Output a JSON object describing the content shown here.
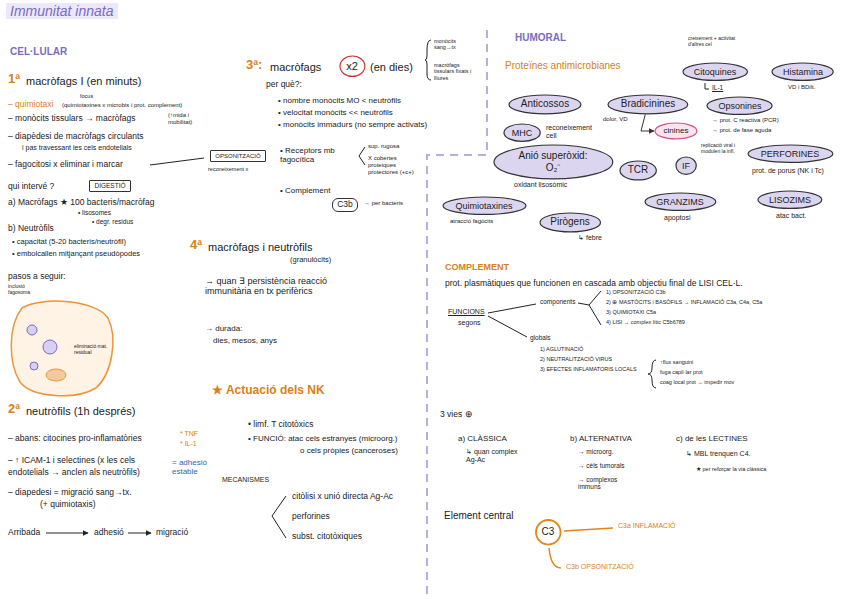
{
  "diagram": {
    "title": "Immunitat innata",
    "nodes": [
      {
        "text": [
          "OPSONITZACIÓ"
        ]
      },
      {
        "text": [
          "DIGESTIÓ"
        ]
      },
      {
        "text": [
          "x2"
        ]
      },
      {
        "text": [
          "C3b"
        ]
      },
      {
        "text": [
          "Citoquines"
        ]
      },
      {
        "text": [
          "Histamina"
        ]
      },
      {
        "text": [
          "Anticossos"
        ]
      },
      {
        "text": [
          "Bradicinines"
        ]
      },
      {
        "text": [
          "Opsonines"
        ]
      },
      {
        "text": [
          "cinines"
        ]
      },
      {
        "text": [
          "MHC"
        ]
      },
      {
        "text": [
          "Anió superòxid: O₂⁻"
        ]
      },
      {
        "text": [
          "TCR"
        ]
      },
      {
        "text": [
          "IF"
        ]
      },
      {
        "text": [
          "PERFORINES"
        ]
      },
      {
        "text": [
          "Quimiotaxines"
        ]
      },
      {
        "text": [
          "Pirògens"
        ]
      },
      {
        "text": [
          "GRANZIMS"
        ]
      },
      {
        "text": [
          "LISOZIMS"
        ]
      },
      {
        "text": [
          "C3"
        ]
      }
    ],
    "edges": [
      {
        "from": 7,
        "to": 9,
        "arrow": "to"
      }
    ],
    "labels": [
      "CEL·LULAR",
      "HUMORAL",
      "1ª",
      "macròfags I (en minuts)",
      "focus",
      "– quimiotaxi",
      "(quimiotaxines x microbis i prot. complement)",
      "– monòcits tissulars → macròfags",
      "(↑mida i mobilitat)",
      "– diapèdesi de macròfags circulants",
      "i pas travessant les cels endotelials",
      "– fagocitosi x eliminar i marcar",
      "reconeixement x",
      "qui intervé ?",
      "a) Macròfags ★ 100 bacteris/macròfag",
      "• lisosomes",
      "• degr. residus",
      "b) Neutròfils",
      "• capacitat (5-20 bacteris/neutròfil)",
      "• embolcallen mitjançant pseudòpodes",
      "pasos a seguir:",
      "inclusió fagosoma",
      "eliminació mat. residual",
      "2ª",
      "neutròfils (1h després)",
      "– abans: citocines pro-inflamatòries",
      "* TNF",
      "* IL-1",
      "– ↑ ICAM-1 i selectines (x les cels",
      "endotelials → anclen als neutròfils)",
      "= adhesió estable",
      "– diapedesi = migració sang→tx.",
      "(+ quimiotaxis)",
      "Arribada",
      "adhesió",
      "migració",
      "3ª:",
      "macròfags",
      "(en dies)",
      "monòcits sang→tx",
      "macròfags tissulars fixats i lliures",
      "per què?:",
      "• nombre monòcits MO < neutròfils",
      "• velocitat monòcits << neutròfils",
      "• monòcits immadurs (no sempre activats)",
      "• Receptors mb fagocítica",
      "sup. rugosa",
      "X cobertes proteiques protectores (+c+)",
      "• Complement",
      "→ per bacteris",
      "4ª",
      "macròfags i neutròfils",
      "(granulòcits)",
      "→ quan ∃ persistència reacció immunitària en tx perifèrics",
      "→ durada:",
      "dies, mesos, anys",
      "★ Actuació dels NK",
      "• limf. T citotòxics",
      "• FUNCIÓ: atac cels estranyes (microorg.)",
      "o cels pròpies (canceroses)",
      "MECANISMES",
      "citòlisi x unió directa Ag-Ac",
      "perforines",
      "subst. citotòxiques",
      "Proteïnes antimicrobianes",
      "creixement + activitat d'altres cel",
      "IL-1",
      "VD i BDilt.",
      "dolor, VD",
      "→ prot. C reactiva (PCR)",
      "→ prot. de fase aguda",
      "reconeixement cell",
      "oxidant lisosòmic",
      "replicació viral i modulen la infl.",
      "prot. de porus (NK i Tc)",
      "atracció fagòcits",
      "↳ febre",
      "apoptosi",
      "atac bact.",
      "COMPLEMENT",
      "prot. plasmàtiques que funcionen en cascada amb objectiu final de LISI CEL·L.",
      "FUNCIONS",
      "segons",
      "components",
      "1) OPSONITZACIÓ C3b",
      "2) ⊕ MASTÒCITS i BASÒFILS → INFLAMACIÓ C3a, C4a, C5a",
      "3) QUIMIOTAXI C5a",
      "4) LISI → complex lític C5b6789",
      "globals",
      "1) AGLUTINACIÓ",
      "2) NEUTRALITZACIÓ VIRUS",
      "3) EFECTES INFLAMATORIS LOCALS",
      "↑flux sanguini",
      "fuga capil·lar prot",
      "coag local prot → impedir mov",
      "3 vies ⊕",
      "a) CLÀSSICA",
      "↳ quan complex Ag-Ac",
      "b) ALTERNATIVA",
      "→ microorg.",
      "→ cèls tumorals",
      "→ complexos immuns",
      "c) de les LECTINES",
      "↳ MBL trenquen C4.",
      "★ per reforçar la via clàssica",
      "Element central",
      "C3a INFLAMACIÓ",
      "C3b OPSONITZACIÓ"
    ]
  }
}
